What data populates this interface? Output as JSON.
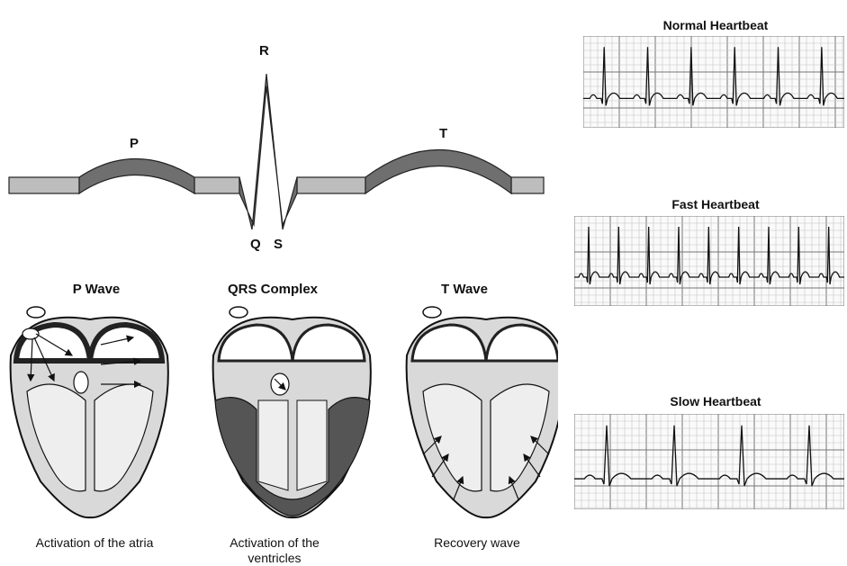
{
  "waveform": {
    "labels": {
      "p": "P",
      "q": "Q",
      "r": "R",
      "s": "S",
      "t": "T"
    }
  },
  "panels": [
    {
      "title": "P Wave",
      "caption": "Activation of the atria"
    },
    {
      "title": "QRS Complex",
      "caption": "Activation of the ventricles"
    },
    {
      "title": "T Wave",
      "caption": "Recovery wave"
    }
  ],
  "strips": [
    {
      "title": "Normal Heartbeat",
      "beats": 6
    },
    {
      "title": "Fast Heartbeat",
      "beats": 9
    },
    {
      "title": "Slow Heartbeat",
      "beats": 4
    }
  ],
  "colors": {
    "band": "#bdbdbd",
    "band_dark": "#6f6f6f",
    "grid": "#9a9a9a",
    "heart_fill": "#d9d9d9",
    "ventricle_dark": "#555555"
  }
}
